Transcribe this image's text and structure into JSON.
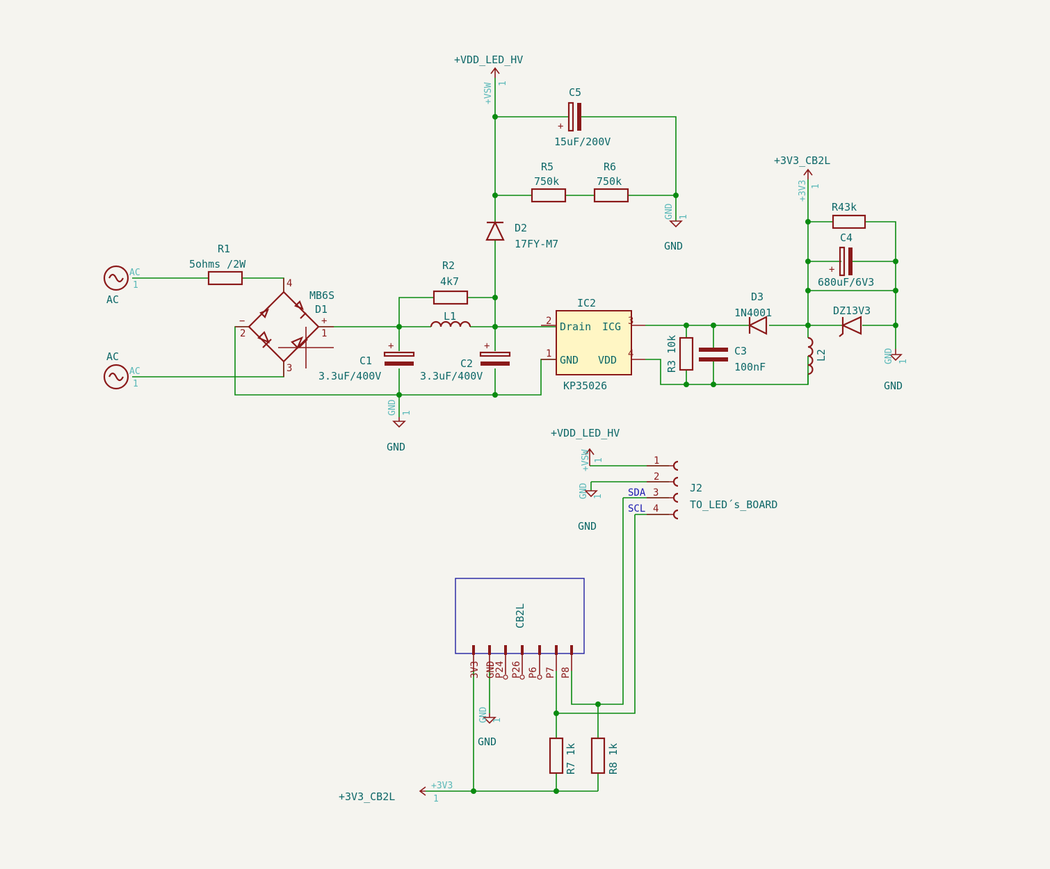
{
  "window": {
    "title": "KiCad Schematic"
  },
  "power": {
    "vdd_led_hv": "+VDD_LED_HV",
    "v3v3_cb2l": "+3V3_CB2L",
    "gnd": "GND",
    "ac": "AC",
    "vsw_pin": "+VSW",
    "v3v3_pin": "+3V3",
    "gnd_pin": "GND",
    "ac_pin": "AC",
    "pin1": "1"
  },
  "components": {
    "R1": {
      "ref": "R1",
      "value": "5ohms /2W"
    },
    "R2": {
      "ref": "R2",
      "value": "4k7"
    },
    "R3": {
      "ref": "R3",
      "value": "10k"
    },
    "R4": {
      "ref": "R4",
      "value": "3k"
    },
    "R5": {
      "ref": "R5",
      "value": "750k"
    },
    "R6": {
      "ref": "R6",
      "value": "750k"
    },
    "R7": {
      "ref": "R7",
      "value": "1k"
    },
    "R8": {
      "ref": "R8",
      "value": "1k"
    },
    "C1": {
      "ref": "C1",
      "value": "3.3uF/400V"
    },
    "C2": {
      "ref": "C2",
      "value": "3.3uF/400V"
    },
    "C3": {
      "ref": "C3",
      "value": "100nF"
    },
    "C4": {
      "ref": "C4",
      "value": "680uF/6V3"
    },
    "C5": {
      "ref": "C5",
      "value": "15uF/200V"
    },
    "D1": {
      "ref": "D1",
      "value": "MB6S"
    },
    "D2": {
      "ref": "D2",
      "value": "17FY-M7"
    },
    "D3": {
      "ref": "D3",
      "value": "1N4001"
    },
    "DZ": {
      "value": "DZ13V3"
    },
    "L1": {
      "ref": "L1"
    },
    "L2": {
      "ref": "L2"
    },
    "IC2": {
      "ref": "IC2",
      "value": "KP35026",
      "pins": {
        "drain": "Drain",
        "icg": "ICG",
        "gnd": "GND",
        "vdd": "VDD",
        "n1": "1",
        "n2": "2",
        "n3": "3",
        "n4": "4"
      }
    },
    "J2": {
      "ref": "J2",
      "value": "TO_LED´s_BOARD",
      "pins": [
        "1",
        "2",
        "3",
        "4"
      ]
    },
    "CB2L": {
      "ref": "CB2L",
      "pins": [
        "3V3",
        "GND",
        "P24",
        "P26",
        "P6",
        "P7",
        "P8"
      ]
    }
  },
  "bridge": {
    "pin4": "4",
    "pin1": "1",
    "pin2": "2",
    "pin3": "3",
    "plus": "+",
    "minus": "−"
  },
  "labels": {
    "sda": "SDA",
    "scl": "SCL",
    "pin3": "3",
    "pin4": "4"
  },
  "cap_plus": "+"
}
